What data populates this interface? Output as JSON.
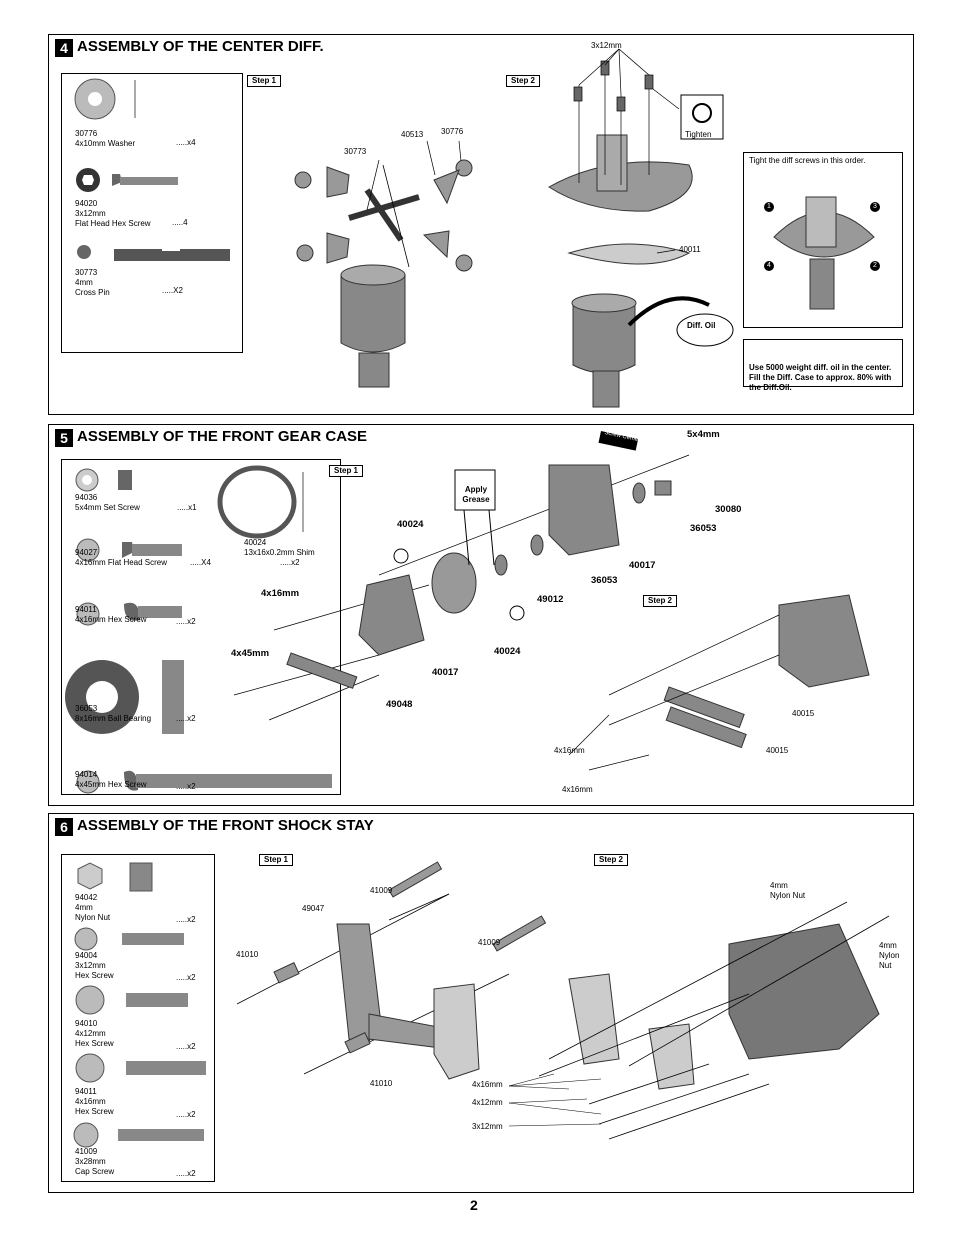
{
  "page_number": "2",
  "s4": {
    "num": "4",
    "title": "ASSEMBLY OF THE CENTER DIFF.",
    "step1": "Step 1",
    "step2": "Step 2",
    "parts": [
      {
        "id": "30776",
        "desc": "4x10mm Washer",
        "qty": ".....x4"
      },
      {
        "id": "94020",
        "desc1": "3x12mm",
        "desc2": "Flat Head Hex Screw",
        "qty": ".....4"
      },
      {
        "id": "30773",
        "desc1": "4mm",
        "desc2": "Cross Pin",
        "qty": ".....X2"
      }
    ],
    "labels": {
      "a": "30773",
      "b": "40513",
      "c": "30776",
      "d": "3x12mm",
      "e": "40011",
      "tighten": "Tighten",
      "oil": "Diff. Oil"
    },
    "note1": "Tight the diff screws in this order.",
    "order": [
      "1",
      "3",
      "4",
      "2"
    ],
    "note2": "Use 5000 weight diff. oil in the center.\nFill the Diff. Case to approx. 80% with the Diff.Oil."
  },
  "s5": {
    "num": "5",
    "title": "ASSEMBLY OF THE FRONT GEAR CASE",
    "step1": "Step 1",
    "step2": "Step 2",
    "parts": [
      {
        "id": "94036",
        "desc": "5x4mm Set Screw",
        "qty": ".....x1"
      },
      {
        "id": "40024",
        "desc": "13x16x0.2mm Shim",
        "qty": ".....x2"
      },
      {
        "id": "94027",
        "desc": "4x16mm Flat Head Screw",
        "qty": ".....X4"
      },
      {
        "id": "94011",
        "desc": "4x16mm Hex Screw",
        "qty": ".....x2"
      },
      {
        "id": "36053",
        "desc": "8x16mm Ball Bearing",
        "qty": ".....x2"
      },
      {
        "id": "94014",
        "desc": "4x45mm Hex Screw",
        "qty": ".....x2"
      }
    ],
    "labels": {
      "cement": "Screw Cement",
      "set": "5x4mm",
      "grease": "Apply Grease",
      "l30080": "30080",
      "l36053a": "36053",
      "l36053b": "36053",
      "l40024a": "40024",
      "l40024b": "40024",
      "l40017a": "40017",
      "l40017b": "40017",
      "l49012": "49012",
      "l49048": "49048",
      "l4x16": "4x16mm",
      "l4x45": "4x45mm",
      "l40015a": "40015",
      "l40015b": "40015",
      "l4x16b": "4x16mm",
      "l4x16c": "4x16mm"
    }
  },
  "s6": {
    "num": "6",
    "title": "ASSEMBLY OF THE FRONT SHOCK STAY",
    "step1": "Step 1",
    "step2": "Step 2",
    "parts": [
      {
        "id": "94042",
        "desc1": "4mm",
        "desc2": "Nylon Nut",
        "qty": ".....x2"
      },
      {
        "id": "94004",
        "desc1": "3x12mm",
        "desc2": "Hex Screw",
        "qty": ".....x2"
      },
      {
        "id": "94010",
        "desc1": "4x12mm",
        "desc2": "Hex Screw",
        "qty": ".....x2"
      },
      {
        "id": "94011",
        "desc1": "4x16mm",
        "desc2": "Hex Screw",
        "qty": ".....x2"
      },
      {
        "id": "41009",
        "desc1": "3x28mm",
        "desc2": "Cap Screw",
        "qty": ".....x2"
      }
    ],
    "labels": {
      "l41009a": "41009",
      "l49047": "49047",
      "l41010a": "41010",
      "l41010b": "41010",
      "l41009b": "41009",
      "nut1": "4mm\nNylon Nut",
      "nut2": "4mm\nNylon\nNut",
      "m16": "4x16mm",
      "m12": "4x12mm",
      "m3": "3x12mm"
    }
  }
}
